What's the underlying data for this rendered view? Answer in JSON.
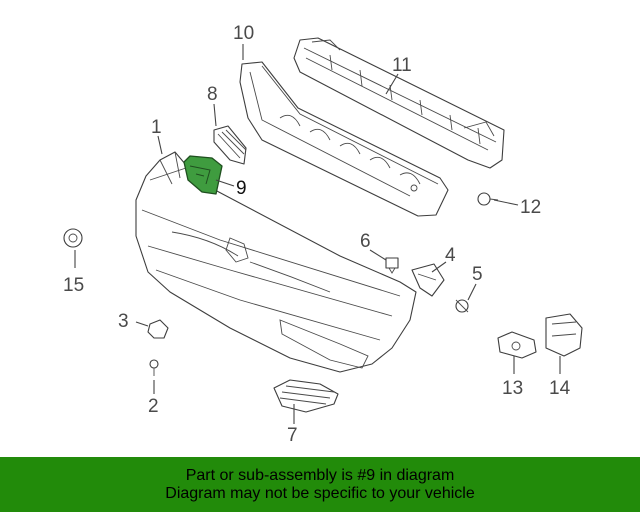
{
  "diagram": {
    "callouts": [
      {
        "id": "1",
        "text": "1"
      },
      {
        "id": "2",
        "text": "2"
      },
      {
        "id": "3",
        "text": "3"
      },
      {
        "id": "4",
        "text": "4"
      },
      {
        "id": "5",
        "text": "5"
      },
      {
        "id": "6",
        "text": "6"
      },
      {
        "id": "7",
        "text": "7"
      },
      {
        "id": "8",
        "text": "8"
      },
      {
        "id": "9",
        "text": "9"
      },
      {
        "id": "10",
        "text": "10"
      },
      {
        "id": "11",
        "text": "11"
      },
      {
        "id": "12",
        "text": "12"
      },
      {
        "id": "13",
        "text": "13"
      },
      {
        "id": "14",
        "text": "14"
      },
      {
        "id": "15",
        "text": "15"
      }
    ],
    "highlighted_part": "9",
    "highlight_color": "#3f9c3f",
    "line_color": "#3e3e3e"
  },
  "footer": {
    "line1": "Part or sub-assembly is #9 in diagram",
    "line2": "Diagram may not be specific to your vehicle",
    "background_color": "#228b0a",
    "text_color": "#000000"
  }
}
